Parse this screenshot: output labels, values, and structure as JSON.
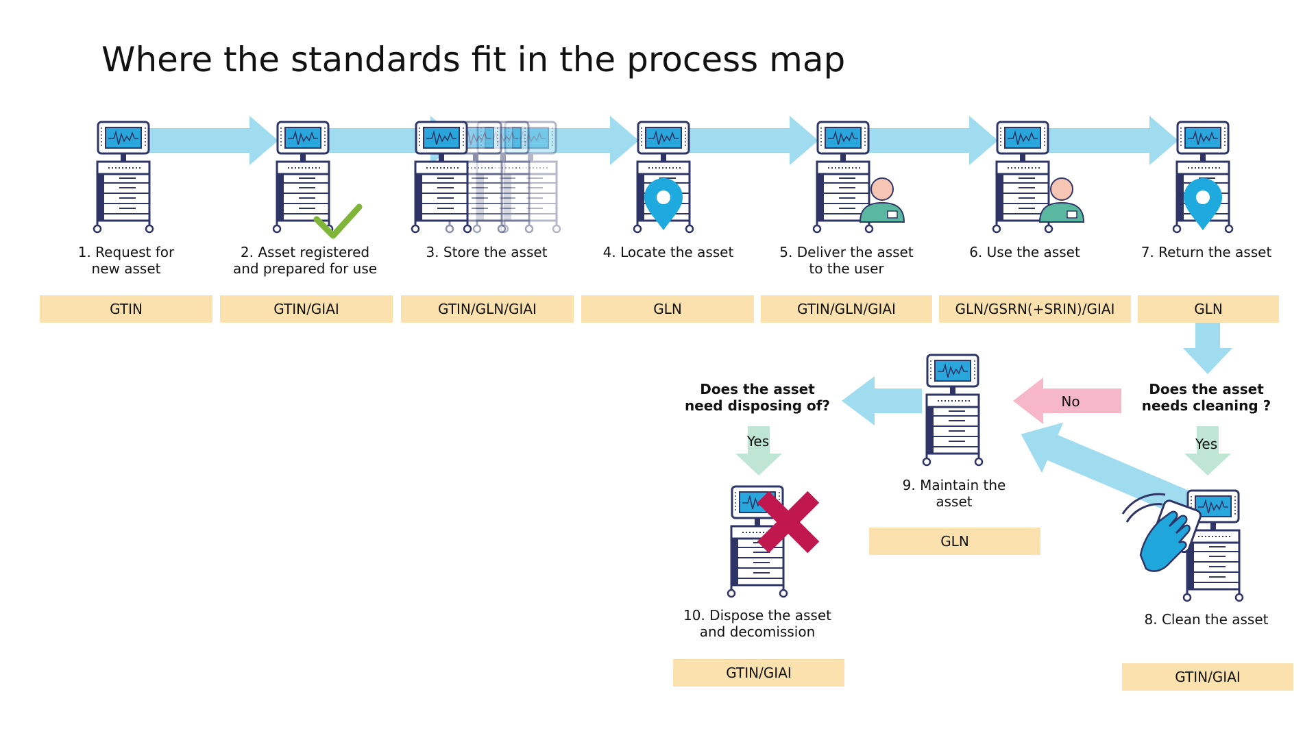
{
  "title": "Where the standards fit in the process map",
  "colors": {
    "arrow_blue": "#9fdcf0",
    "arrow_pink": "#f6b8c9",
    "arrow_green": "#bfe6d4",
    "standard_box": "#fbe1ad",
    "screen_blue": "#29a7dc",
    "device_outline": "#2e3566",
    "pin_blue": "#1ea9df",
    "check_green": "#7fb539",
    "cross_red": "#c0174f",
    "glove_blue": "#1fa6db"
  },
  "steps": [
    {
      "label": "1. Request for\nnew asset",
      "standard": "GTIN"
    },
    {
      "label": "2. Asset registered\nand prepared for use",
      "standard": "GTIN/GIAI",
      "icon": "checkmark-icon"
    },
    {
      "label": "3. Store the asset",
      "standard": "GTIN/GLN/GIAI"
    },
    {
      "label": "4. Locate the asset",
      "standard": "GLN",
      "icon": "location-pin-icon"
    },
    {
      "label": "5. Deliver the asset\nto the user",
      "standard": "GTIN/GLN/GIAI",
      "icon": "user-icon"
    },
    {
      "label": "6. Use the asset",
      "standard": "GLN/GSRN(+SRIN)/GIAI",
      "icon": "user-icon"
    },
    {
      "label": "7. Return the asset",
      "standard": "GLN",
      "icon": "location-pin-icon"
    },
    {
      "label": "8. Clean the asset",
      "standard": "GTIN/GIAI",
      "icon": "cleaning-glove-icon"
    },
    {
      "label": "9. Maintain the\nasset",
      "standard": "GLN"
    },
    {
      "label": "10. Dispose the asset\nand decomission",
      "standard": "GTIN/GIAI",
      "icon": "cross-icon"
    }
  ],
  "questions": {
    "cleaning": "Does the asset\nneeds cleaning ?",
    "disposing": "Does the  asset\nneed disposing of?"
  },
  "answers": {
    "yes_clean": "Yes",
    "yes_dispose": "Yes",
    "no": "No"
  }
}
